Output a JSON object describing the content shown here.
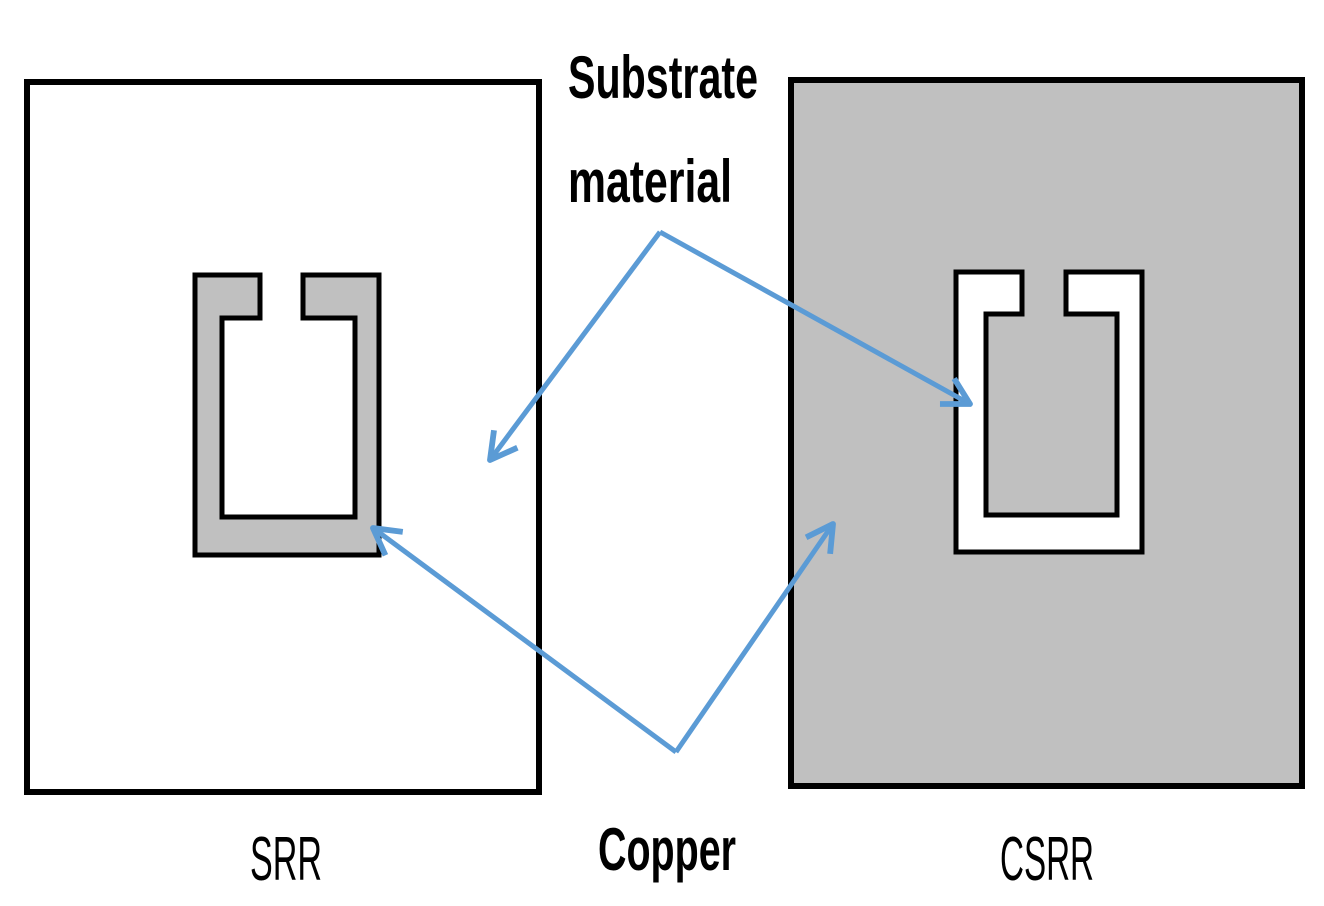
{
  "labels": {
    "substrate_line1": "Substrate",
    "substrate_line2": "material",
    "copper": "Copper",
    "srr": "SRR",
    "csrr": "CSRR"
  },
  "colors": {
    "copper_fill": "#c0c0c0",
    "substrate_fill": "#ffffff",
    "outline": "#000000",
    "arrow": "#5b9bd5"
  }
}
